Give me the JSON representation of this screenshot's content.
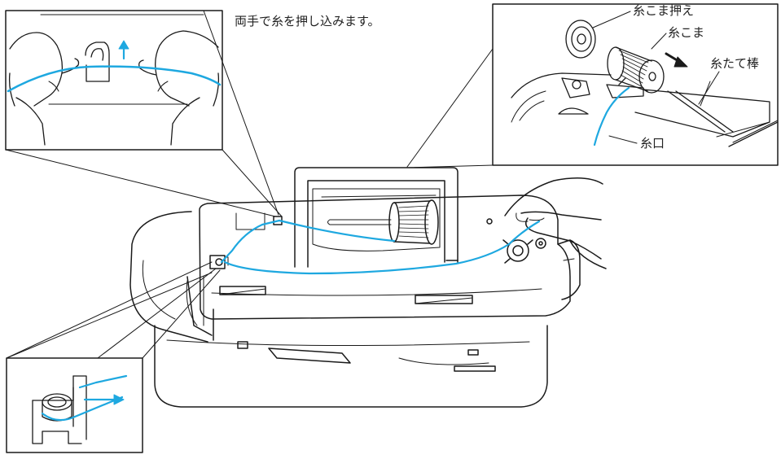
{
  "instruction": "両手で糸を押し込みます。",
  "labels": {
    "spool_cap": "糸こま押え",
    "spool": "糸こま",
    "spool_pin": "糸たて棒",
    "thread_guide": "糸口"
  },
  "colors": {
    "thread": "#1ea8e0",
    "line": "#1a1a1a",
    "background": "#ffffff"
  }
}
